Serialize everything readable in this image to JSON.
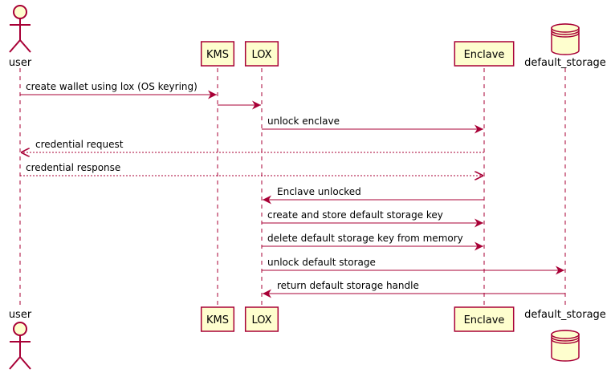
{
  "participants": [
    {
      "id": "user",
      "label": "user",
      "kind": "actor"
    },
    {
      "id": "kms",
      "label": "KMS",
      "kind": "participant"
    },
    {
      "id": "lox",
      "label": "LOX",
      "kind": "participant"
    },
    {
      "id": "enclave",
      "label": "Enclave",
      "kind": "participant"
    },
    {
      "id": "storage",
      "label": "default_storage",
      "kind": "database"
    }
  ],
  "messages": [
    {
      "from": "user",
      "to": "kms",
      "label": "create wallet using lox (OS keyring)",
      "style": "solid"
    },
    {
      "from": "kms",
      "to": "lox",
      "label": "",
      "style": "solid"
    },
    {
      "from": "lox",
      "to": "enclave",
      "label": "unlock enclave",
      "style": "solid"
    },
    {
      "from": "enclave",
      "to": "user",
      "label": "credential request",
      "style": "dashed"
    },
    {
      "from": "user",
      "to": "enclave",
      "label": "credential response",
      "style": "dashed"
    },
    {
      "from": "enclave",
      "to": "lox",
      "label": "Enclave unlocked",
      "style": "solid"
    },
    {
      "from": "lox",
      "to": "enclave",
      "label": "create and store default storage key",
      "style": "solid"
    },
    {
      "from": "lox",
      "to": "enclave",
      "label": "delete default storage key from memory",
      "style": "solid"
    },
    {
      "from": "lox",
      "to": "storage",
      "label": "unlock default storage",
      "style": "solid"
    },
    {
      "from": "storage",
      "to": "lox",
      "label": "return default storage handle",
      "style": "solid"
    }
  ],
  "colors": {
    "line": "#A80036",
    "box_fill": "#FEFECE",
    "text": "#000000"
  }
}
